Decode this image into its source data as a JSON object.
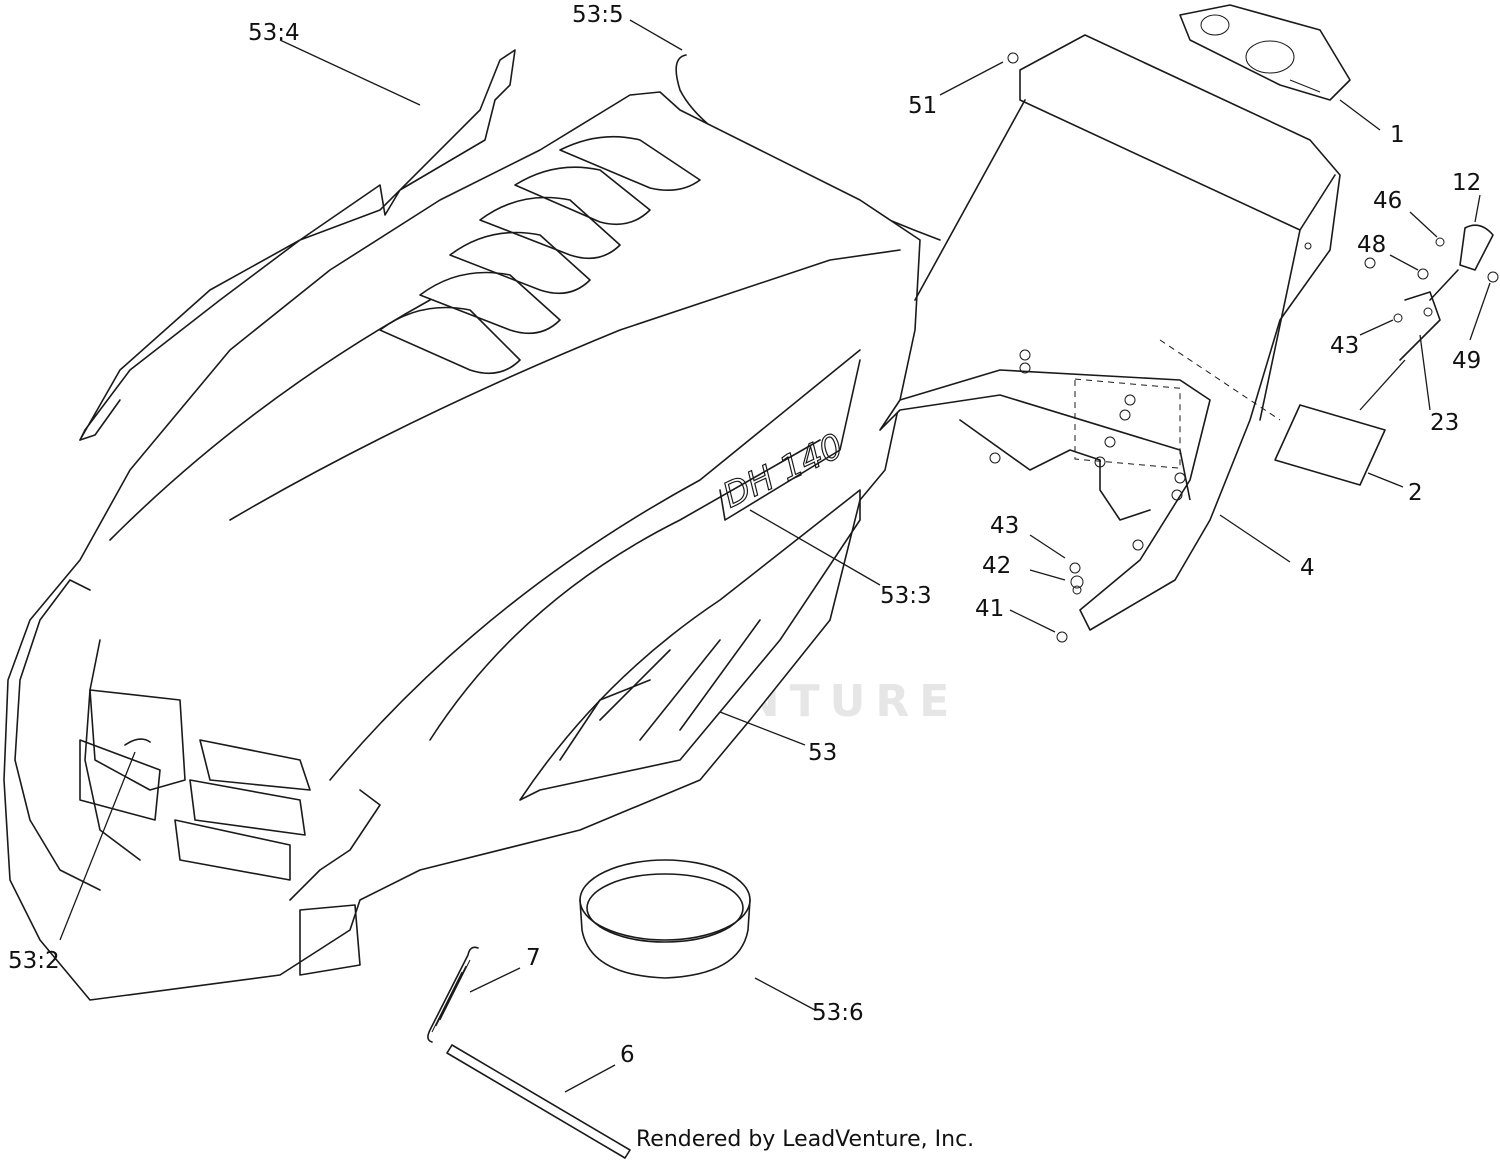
{
  "watermark": {
    "text": "LEADVENTURE",
    "color": "#e6e6e6"
  },
  "credit": "Rendered by LeadVenture, Inc.",
  "hood_model_text": "DH 140",
  "callouts": [
    {
      "id": "53-4",
      "label": "53:4"
    },
    {
      "id": "53-5",
      "label": "53:5"
    },
    {
      "id": "51",
      "label": "51"
    },
    {
      "id": "1",
      "label": "1"
    },
    {
      "id": "12",
      "label": "12"
    },
    {
      "id": "46",
      "label": "46"
    },
    {
      "id": "48",
      "label": "48"
    },
    {
      "id": "43a",
      "label": "43"
    },
    {
      "id": "49",
      "label": "49"
    },
    {
      "id": "23",
      "label": "23"
    },
    {
      "id": "2",
      "label": "2"
    },
    {
      "id": "4",
      "label": "4"
    },
    {
      "id": "53-3",
      "label": "53:3"
    },
    {
      "id": "43b",
      "label": "43"
    },
    {
      "id": "42",
      "label": "42"
    },
    {
      "id": "41",
      "label": "41"
    },
    {
      "id": "53",
      "label": "53"
    },
    {
      "id": "53-2",
      "label": "53:2"
    },
    {
      "id": "7",
      "label": "7"
    },
    {
      "id": "53-6",
      "label": "53:6"
    },
    {
      "id": "6",
      "label": "6"
    }
  ]
}
